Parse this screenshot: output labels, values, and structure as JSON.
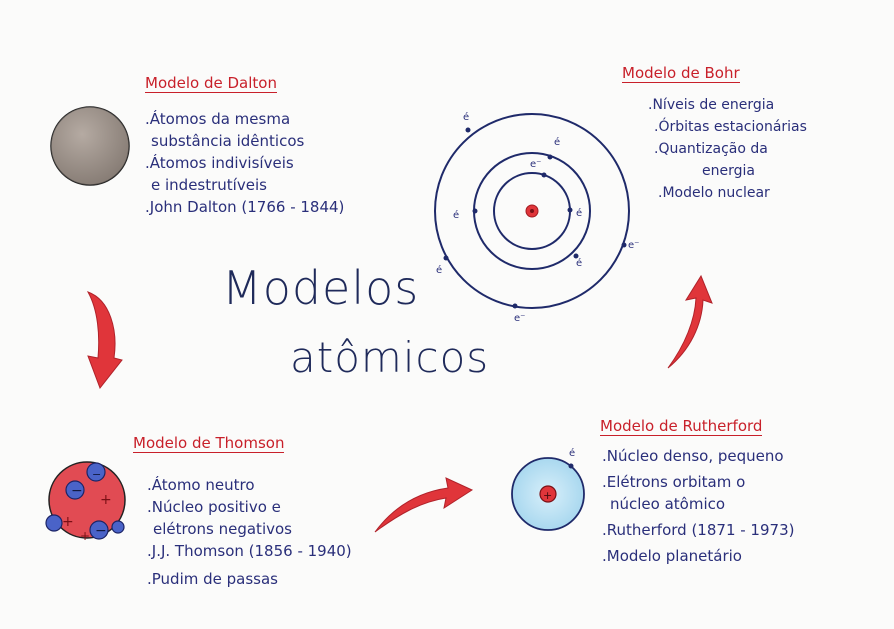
{
  "title": {
    "line1": "Modelos",
    "line2": "atômicos"
  },
  "dalton": {
    "heading": "Modelo de Dalton",
    "lines": [
      ".Átomos da mesma",
      "substância idênticos",
      ".Átomos indivisíveis",
      "e indestrutíveis",
      ".John Dalton (1766 - 1844)"
    ]
  },
  "bohr": {
    "heading": "Modelo de Bohr",
    "lines": [
      ".Níveis de energia",
      ".Órbitas estacionárias",
      ".Quantização da",
      "energia",
      ".Modelo nuclear"
    ],
    "electron_labels": [
      "é",
      "é",
      "e⁻",
      "é",
      "é",
      "é",
      "é",
      "e⁻",
      "e⁻"
    ]
  },
  "thomson": {
    "heading": "Modelo de Thomson",
    "lines": [
      ".Átomo neutro",
      ".Núcleo positivo e",
      "elétrons negativos",
      ".J.J. Thomson (1856 - 1940)",
      ".Pudim de passas"
    ]
  },
  "rutherford": {
    "heading": "Modelo de Rutherford",
    "lines": [
      ".Núcleo denso, pequeno",
      ".Elétrons orbitam o",
      "núcleo atômico",
      ".Rutherford (1871 - 1973)",
      ".Modelo planetário"
    ],
    "electron_label": "é"
  },
  "colors": {
    "ink": "#2a2f7a",
    "red": "#d42a2f",
    "dalton_sphere": "#9a8e85",
    "thomson_body": "#e04a52",
    "thomson_electron": "#4a63c8",
    "rutherford_cloud": "#bfe3f5",
    "nucleus": "#e0353a"
  }
}
